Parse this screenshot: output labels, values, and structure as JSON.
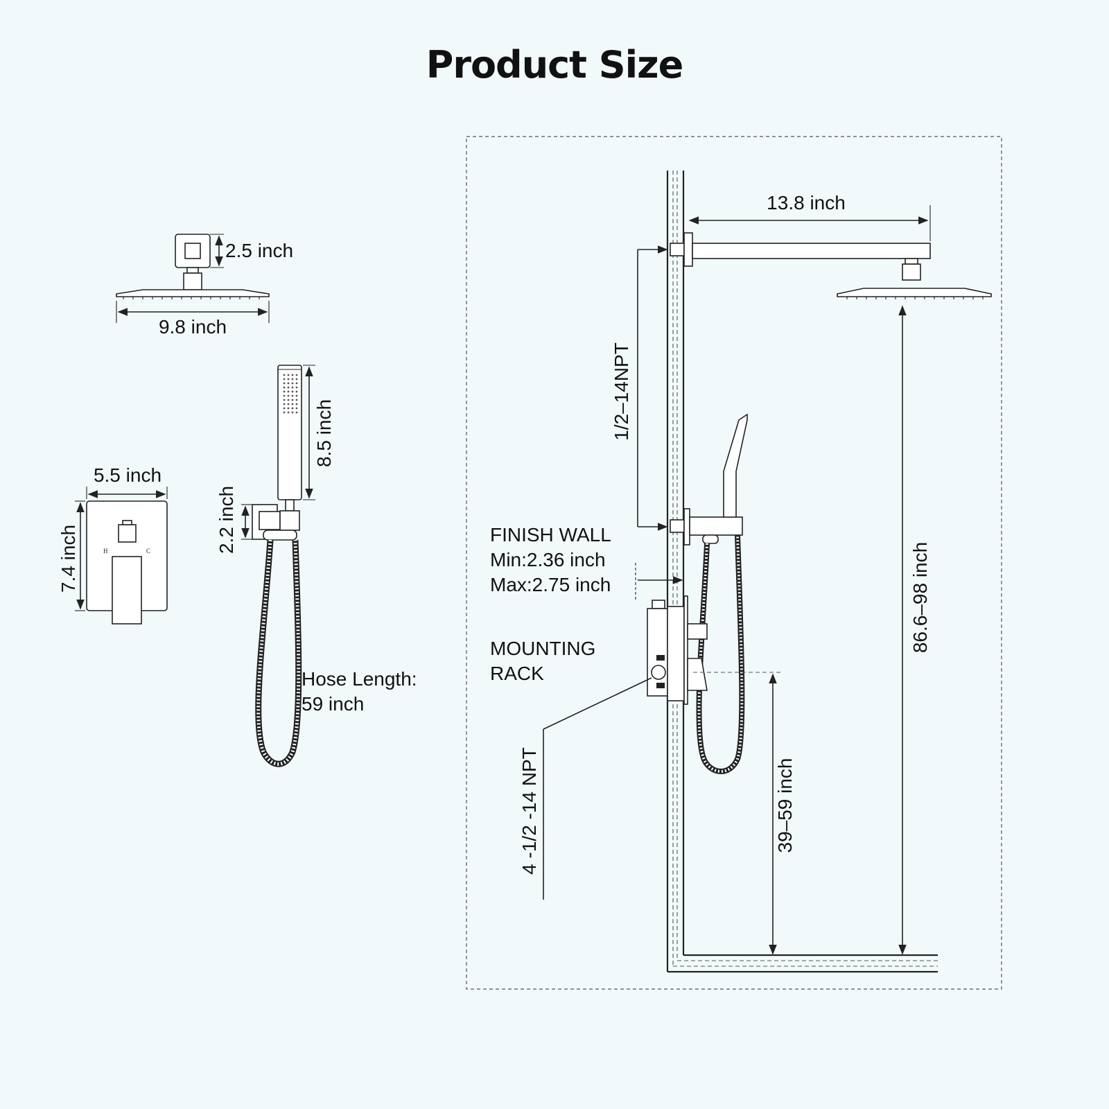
{
  "title": "Product Size",
  "rain_head": {
    "neck_height": "2.5 inch",
    "width": "9.8 inch"
  },
  "hand_shower": {
    "length": "8.5 inch",
    "holder_height": "2.2 inch",
    "hose": "Hose Length:",
    "hose_value": "59 inch"
  },
  "valve_trim": {
    "width": "5.5 inch",
    "height": "7.4 inch",
    "hot_mark": "H",
    "cold_mark": "C"
  },
  "installation": {
    "arm_length": "13.8 inch",
    "arm_thread": "1/2–14NPT",
    "finish_wall_title": "FINISH WALL",
    "finish_wall_min": "Min:2.36 inch",
    "finish_wall_max": "Max:2.75 inch",
    "mounting_rack_1": "MOUNTING",
    "mounting_rack_2": "RACK",
    "inlet_thread": "4 -1/2 -14 NPT",
    "head_height": "86.6–98 inch",
    "valve_height": "39–59 inch"
  }
}
